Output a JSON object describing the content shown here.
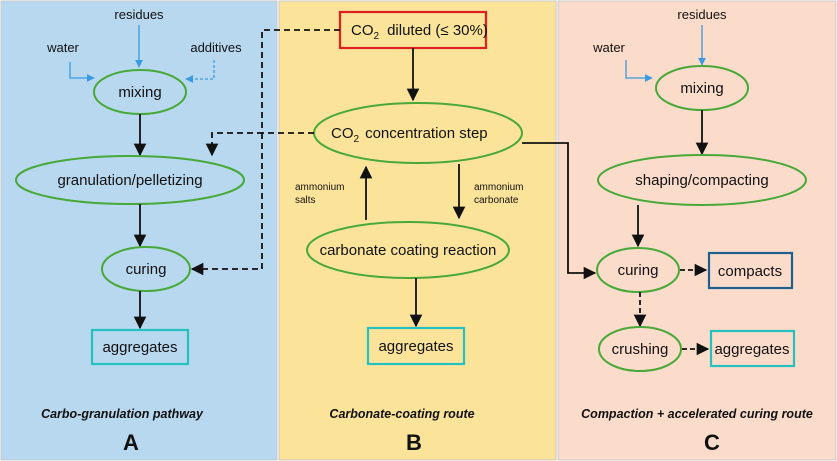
{
  "colors": {
    "panel_a": "#b8d8ef",
    "panel_b": "#fbe49a",
    "panel_c": "#fbdccb",
    "panel_border": "#c8c8c8",
    "ellipse_stroke": "#48a838",
    "box_teal": "#25c0c0",
    "box_red": "#e02020",
    "box_blue": "#1e5f8e",
    "input_arrow": "#3a9ae0"
  },
  "panel_a": {
    "inputs": {
      "residues": "residues",
      "water": "water",
      "additives": "additives"
    },
    "mixing": "mixing",
    "granulation": "granulation/pelletizing",
    "curing": "curing",
    "product": "aggregates",
    "caption": "Carbo-granulation pathway",
    "letter": "A"
  },
  "panel_b": {
    "source_co2": "CO",
    "source_sub": "2",
    "source_rest": "diluted (≤ 30%)",
    "concentration_co2": "CO",
    "concentration_sub": "2",
    "concentration_rest": "concentration step",
    "salts_line1": "ammonium",
    "salts_line2": "salts",
    "carbonate_line1": "ammonium",
    "carbonate_line2": "carbonate",
    "coating": "carbonate coating reaction",
    "product": "aggregates",
    "caption": "Carbonate-coating route",
    "letter": "B"
  },
  "panel_c": {
    "inputs": {
      "residues": "residues",
      "water": "water"
    },
    "mixing": "mixing",
    "shaping": "shaping/compacting",
    "curing": "curing",
    "compacts": "compacts",
    "crushing": "crushing",
    "product": "aggregates",
    "caption": "Compaction + accelerated curing route",
    "letter": "C"
  }
}
